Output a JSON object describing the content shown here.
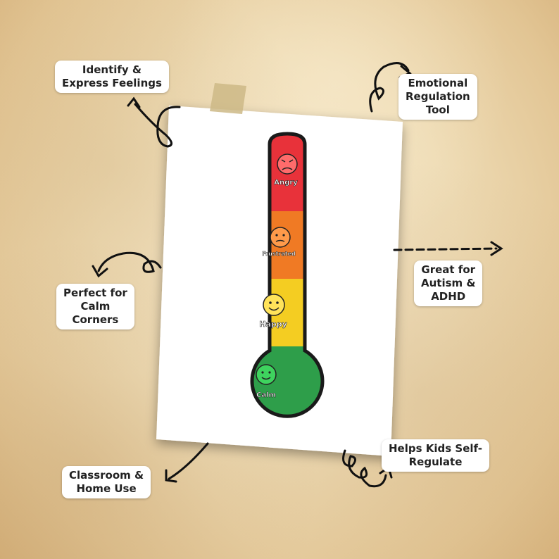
{
  "thermometer": {
    "levels": [
      {
        "label": "Angry",
        "color": "#e8323a"
      },
      {
        "label": "Frustrated",
        "color": "#f07a24"
      },
      {
        "label": "Happy",
        "color": "#f4cd22"
      },
      {
        "label": "Calm",
        "color": "#2e9e4a"
      }
    ]
  },
  "callouts": {
    "identify": [
      "Identify &",
      "Express Feelings"
    ],
    "regulation": [
      "Emotional",
      "Regulation",
      "Tool"
    ],
    "calm_corners": [
      "Perfect for",
      "Calm",
      "Corners"
    ],
    "autism": [
      "Great for",
      "Autism &",
      "ADHD"
    ],
    "classroom": [
      "Classroom &",
      "Home Use"
    ],
    "self_regulate": [
      "Helps Kids Self-",
      "Regulate"
    ]
  },
  "colors": {
    "tape": "#cdb886",
    "outline": "#1a1a1a",
    "background": "#efdcb5"
  }
}
